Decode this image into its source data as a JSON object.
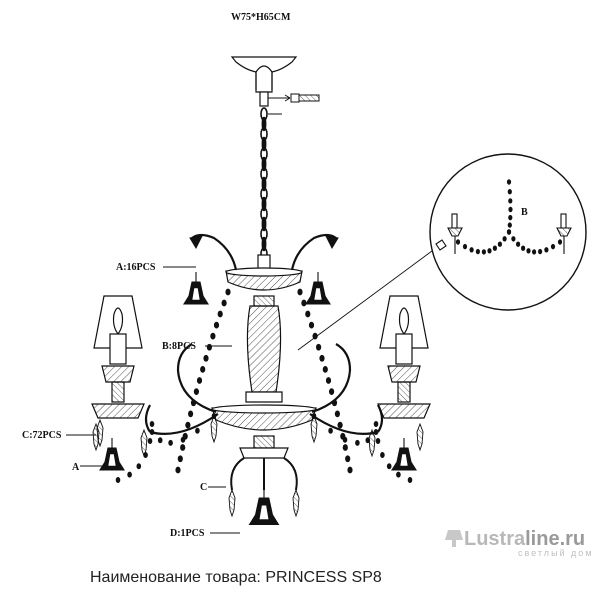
{
  "dimensions": "W75*H65CM",
  "labels": {
    "a_count": "A:16PCS",
    "b_count": "B:8PCS",
    "c_count": "C:72PCS",
    "a": "A",
    "c": "C",
    "d_count": "D:1PCS",
    "b_detail": "B"
  },
  "caption": "Наименование товара: PRINCESS SP8",
  "watermark": {
    "brand_left": "Lustra",
    "brand_right": "line.ru",
    "tagline": "светлый дом"
  },
  "colors": {
    "line": "#111111",
    "watermark": "#b8b8b8"
  }
}
